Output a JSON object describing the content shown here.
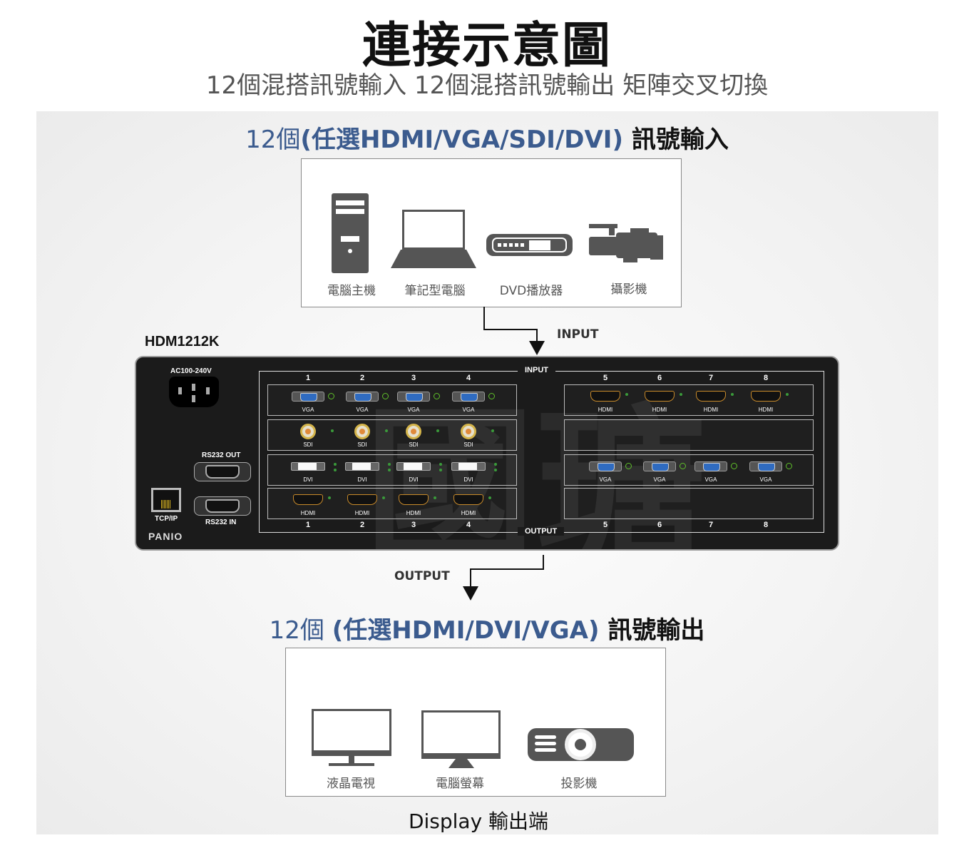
{
  "title": "連接示意圖",
  "subtitle": "12個混搭訊號輸入 12個混搭訊號輸出 矩陣交叉切換",
  "input_heading": {
    "count": "12個",
    "paren_open": "(任選",
    "formats": "HDMI/VGA/SDI/DVI)",
    "suffix": " 訊號輸入"
  },
  "input_devices": [
    {
      "label": "電腦主機",
      "icon": "desktop-tower-icon"
    },
    {
      "label": "筆記型電腦",
      "icon": "laptop-icon"
    },
    {
      "label": "DVD播放器",
      "icon": "dvd-player-icon"
    },
    {
      "label": "攝影機",
      "icon": "video-camera-icon"
    }
  ],
  "flow": {
    "input": "INPUT",
    "output": "OUTPUT"
  },
  "model": "HDM1212K",
  "panel": {
    "watermark": "國瑭",
    "power_label": "AC100-240V",
    "rs232_out": "RS232 OUT",
    "rs232_in": "RS232 IN",
    "tcpip": "TCP/IP",
    "brand": "PANIO",
    "input_label": "INPUT",
    "output_label": "OUTPUT",
    "left_top_numbers": [
      "1",
      "2",
      "3",
      "4"
    ],
    "left_bottom_numbers": [
      "1",
      "2",
      "3",
      "4"
    ],
    "right_top_numbers": [
      "5",
      "6",
      "7",
      "8"
    ],
    "right_bottom_numbers": [
      "5",
      "6",
      "7",
      "8"
    ],
    "left_rows": [
      [
        "VGA",
        "VGA",
        "VGA",
        "VGA"
      ],
      [
        "SDI",
        "SDI",
        "SDI",
        "SDI"
      ],
      [
        "DVI",
        "DVI",
        "DVI",
        "DVI"
      ],
      [
        "HDMI",
        "HDMI",
        "HDMI",
        "HDMI"
      ]
    ],
    "right_rows": [
      [
        "HDMI",
        "HDMI",
        "HDMI",
        "HDMI"
      ],
      [],
      [
        "VGA",
        "VGA",
        "VGA",
        "VGA"
      ],
      []
    ],
    "colors": {
      "vga": "#2f6bc0",
      "hdmi_border": "#c88a2a",
      "sdi": "#d4b44a",
      "led": "#5fbf2a"
    }
  },
  "output_heading": {
    "count": "12個 ",
    "paren_open": "(任選",
    "formats": "HDMI/DVI/VGA)",
    "suffix": " 訊號輸出"
  },
  "output_devices": [
    {
      "label": "液晶電視",
      "icon": "lcd-tv-icon"
    },
    {
      "label": "電腦螢幕",
      "icon": "computer-monitor-icon"
    },
    {
      "label": "投影機",
      "icon": "projector-icon"
    }
  ],
  "footer": "Display 輸出端",
  "colors": {
    "heading_blue": "#3b5b8e",
    "panel_bg": "#1b1b1b"
  }
}
